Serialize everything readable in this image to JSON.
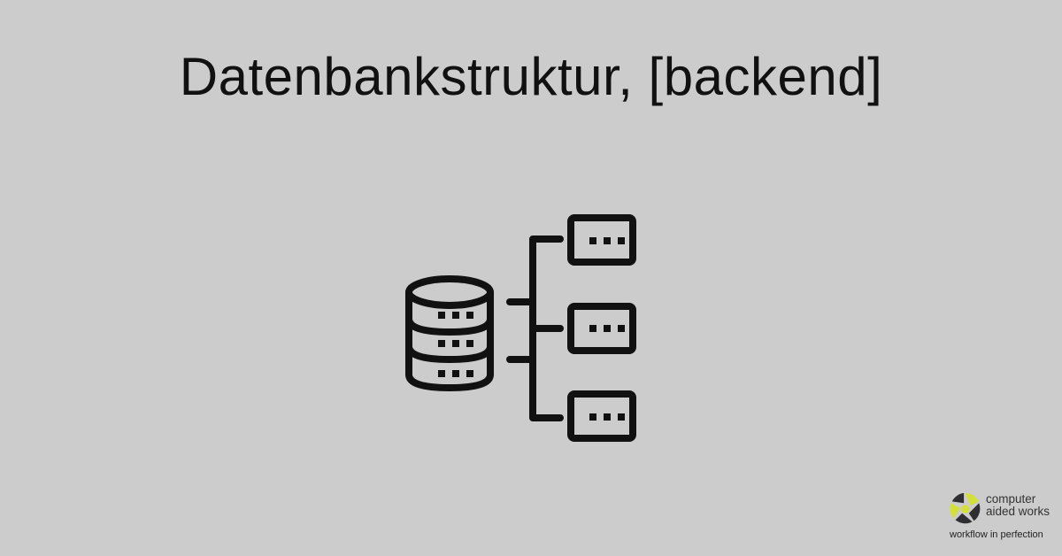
{
  "title": "Datenbankstruktur, [backend]",
  "illustration": {
    "icon": "database-structure-icon",
    "database_rows": 3,
    "child_nodes": 3
  },
  "logo": {
    "line1": "computer",
    "line2": "aided works",
    "tagline": "workflow in perfection",
    "colors": {
      "dark": "#2e2e33",
      "accent": "#d4e03a"
    }
  },
  "colors": {
    "background": "#cccccc",
    "foreground": "#111111"
  }
}
